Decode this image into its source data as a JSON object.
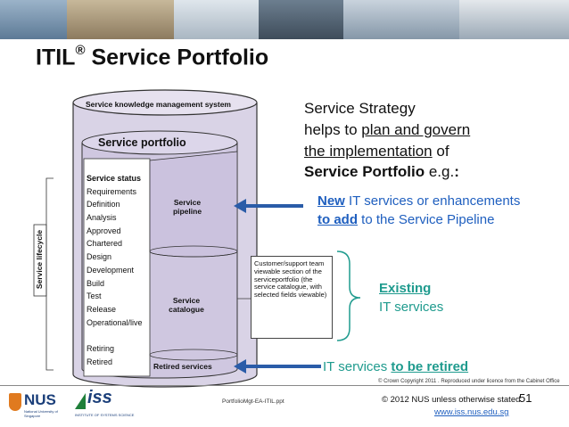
{
  "slide": {
    "title": "ITIL",
    "title_mark": "®",
    "title_rest": "Service Portfolio"
  },
  "diagram": {
    "km_system": "Service knowledge management system",
    "portfolio": "Service portfolio",
    "lifecycle": "Service lifecycle",
    "pipeline": "Service pipeline",
    "catalogue": "Service catalogue",
    "retired": "Retired services",
    "status_items": [
      "Service status",
      "Requirements",
      "Definition",
      "Analysis",
      "Approved",
      "Chartered",
      "Design",
      "Development",
      "Build",
      "Test",
      "Release",
      "Operational/live",
      "",
      "Retiring",
      "Retired"
    ],
    "callout": "Customer/support team viewable section of the serviceportfolio (the service catalogue, with selected fields viewable)"
  },
  "strategy": {
    "line1": "Service Strategy",
    "line2_a": "helps to ",
    "line2_b": "plan and govern",
    "line3": "the implementation",
    "line3_b": " of",
    "line4_a": "Service Portfolio",
    "line4_b": " e.g.",
    "line4_c": ":"
  },
  "notes": {
    "new_a": "New",
    "new_b": " IT services or enhancements",
    "add_a": "to add",
    "add_b": " to the Service Pipeline",
    "existing_a": "Existing",
    "existing_b": "IT services",
    "retire_a": "IT services ",
    "retire_b": "to be retired"
  },
  "footer": {
    "crown": "© Crown Copyright 2011 . Reproduced under licence from the Cabinet Office",
    "file": "PortfolioMgt-EA-ITIL.ppt",
    "copyright": "© 2012 NUS unless otherwise stated.",
    "page": "51",
    "url": "www.iss.nus.edu.sg",
    "nus": "NUS",
    "nus_sub": "National University of Singapore",
    "iss": "iss",
    "iss_sub": "INSTITUTE OF SYSTEMS SCIENCE"
  },
  "colors": {
    "lavender": "#d9d3e6",
    "lavender_dark": "#b9aed1",
    "blue": "#1f5fbf",
    "teal": "#1f9b8e",
    "arrow": "#2a5ca8"
  }
}
